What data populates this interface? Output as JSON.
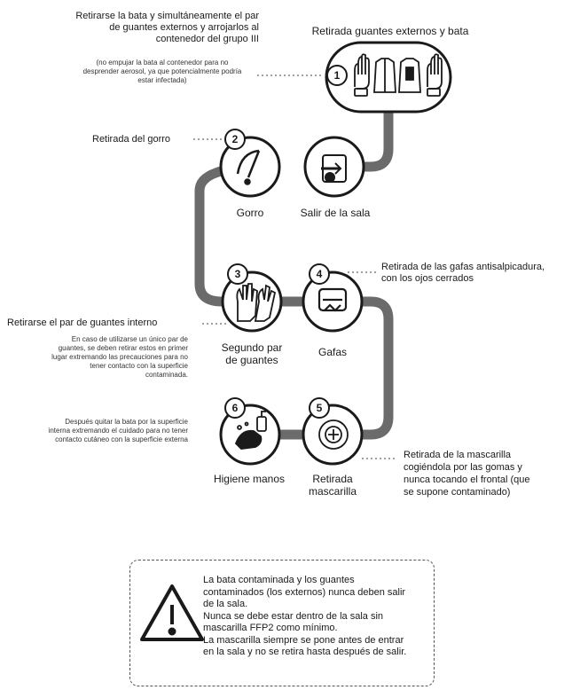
{
  "steps": {
    "s1": {
      "num": "1",
      "title": "Retirada guantes externos y bata"
    },
    "s2": {
      "num": "2",
      "label": "Gorro"
    },
    "exit": {
      "label": "Salir de la sala"
    },
    "s3": {
      "num": "3",
      "label_l1": "Segundo par",
      "label_l2": "de guantes"
    },
    "s4": {
      "num": "4",
      "label": "Gafas"
    },
    "s5": {
      "num": "5",
      "label_l1": "Retirada",
      "label_l2": "mascarilla"
    },
    "s6": {
      "num": "6",
      "label": "Higiene manos"
    }
  },
  "notes": {
    "n1_main": [
      "Retirarse la bata y simultáneamente el par",
      "de guantes externos y arrojarlos al",
      "contenedor del grupo III"
    ],
    "n1_sub": [
      "(no empujar la bata al contenedor para no",
      "desprender aerosol, ya que potencialmente podría",
      "estar infectada)"
    ],
    "n2": "Retirada del gorro",
    "n4": [
      "Retirada de las gafas antisalpicadura,",
      "con los ojos cerrados"
    ],
    "n3_main": "Retirarse el par de guantes interno",
    "n3_sub1": [
      "En caso de utilizarse un único par de",
      "guantes, se deben retirar estos en primer",
      "lugar extremando las precauciones para no",
      "tener contacto con la superficie",
      "contaminada."
    ],
    "n3_sub2": [
      "Después quitar la bata por la superficie",
      "interna extremando el cuidado para no tener",
      "contacto cutáneo con la superficie externa"
    ],
    "n5": [
      "Retirada de la mascarilla",
      "cogiéndola por las gomas y",
      "nunca tocando el frontal (que",
      "se supone contaminado)"
    ]
  },
  "warning": {
    "lines": [
      "La bata contaminada y los guantes",
      "contaminados (los externos) nunca deben salir",
      "de la sala.",
      "Nunca se debe estar dentro de la sala sin",
      "mascarilla FFP2 como mínimo.",
      "La mascarilla siempre se pone antes de entrar",
      "en la sala y no se retira hasta después de salir."
    ]
  },
  "colors": {
    "path": "#6b6b6b",
    "ink": "#1a1a1a"
  }
}
